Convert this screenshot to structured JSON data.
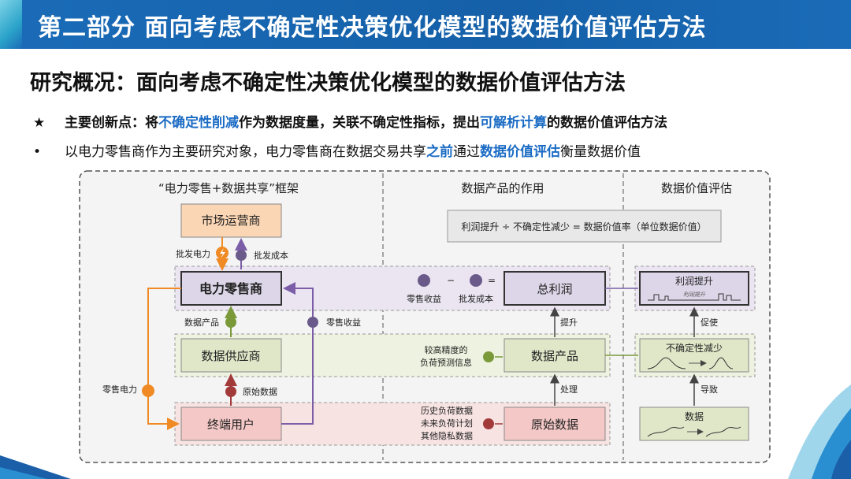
{
  "header": {
    "title": "第二部分  面向考虑不确定性决策优化模型的数据价值评估方法"
  },
  "section": {
    "title": "研究概况：面向考虑不确定性决策优化模型的数据价值评估方法"
  },
  "bullets": [
    {
      "marker": "★",
      "parts": [
        "主要创新点：将",
        "不确定性削减",
        "作为数据度量，关联不确定性指标，提出",
        "可解析计算",
        "的数据价值评估方法"
      ]
    },
    {
      "marker": "•",
      "parts": [
        "以电力零售商作为主要研究对象，电力零售商在数据交易共享",
        "之前",
        "通过",
        "数据价值评估",
        "衡量数据价值"
      ]
    }
  ],
  "diagram": {
    "left_title": "“电力零售+数据共享”框架",
    "mid_title": "数据产品的作用",
    "right_title": "数据价值评估",
    "market_operator": "市场运营商",
    "retailer": "电力零售商",
    "data_supplier": "数据供应商",
    "end_user": "终端用户",
    "wholesale_power": "批发电力",
    "wholesale_cost": "批发成本",
    "data_product_label": "数据产品",
    "retail_income": "零售收益",
    "raw_data_label": "原始数据",
    "retail_power": "零售电力",
    "formula": "利润提升 ÷ 不确定性减少 = 数据价值率（单位数据价值）",
    "minus": "−",
    "equals": "=",
    "retail_income2": "零售收益",
    "wholesale_cost2": "批发成本",
    "total_profit": "总利润",
    "improve": "提升",
    "data_product_box": "数据产品",
    "process": "处理",
    "raw_data_box": "原始数据",
    "forecast_info": [
      "较高精度的",
      "负荷预测信息"
    ],
    "raw_items": [
      "历史负荷数据",
      "未来负荷计划",
      "其他隐私数据"
    ],
    "profit_increase": "利润提升",
    "profit_inner": "利润提升",
    "promote": "促使",
    "uncertainty_reduce": "不确定性减少",
    "cause": "导致",
    "data": "数据"
  },
  "colors": {
    "brand": "#1a6bb8",
    "highlight": "#1a6bc4",
    "orange": "#f08a24",
    "purple_box": "#ddd6e8",
    "green_box": "#dfe7c8",
    "red_box": "#f3c8c6",
    "orange_box": "#fbd6b4"
  }
}
